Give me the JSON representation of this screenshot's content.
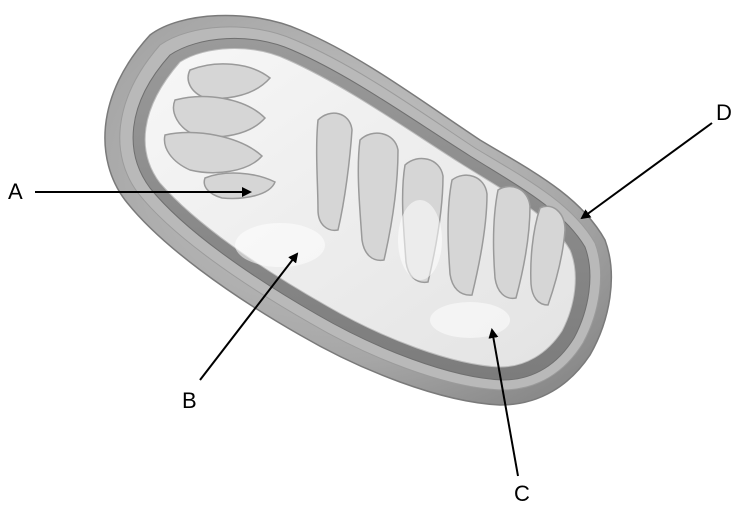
{
  "diagram": {
    "labels": {
      "a": "A",
      "b": "B",
      "c": "C",
      "d": "D"
    },
    "colors": {
      "background": "#ffffff",
      "outer_membrane": "#a9a9a9",
      "outer_membrane_light": "#c4c4c4",
      "inner_membrane": "#e8e8e8",
      "matrix": "#f2f2f2",
      "intermembrane_space": "#8f8f8f",
      "cristae_fold": "#d9d9d9",
      "arrow": "#000000"
    }
  }
}
